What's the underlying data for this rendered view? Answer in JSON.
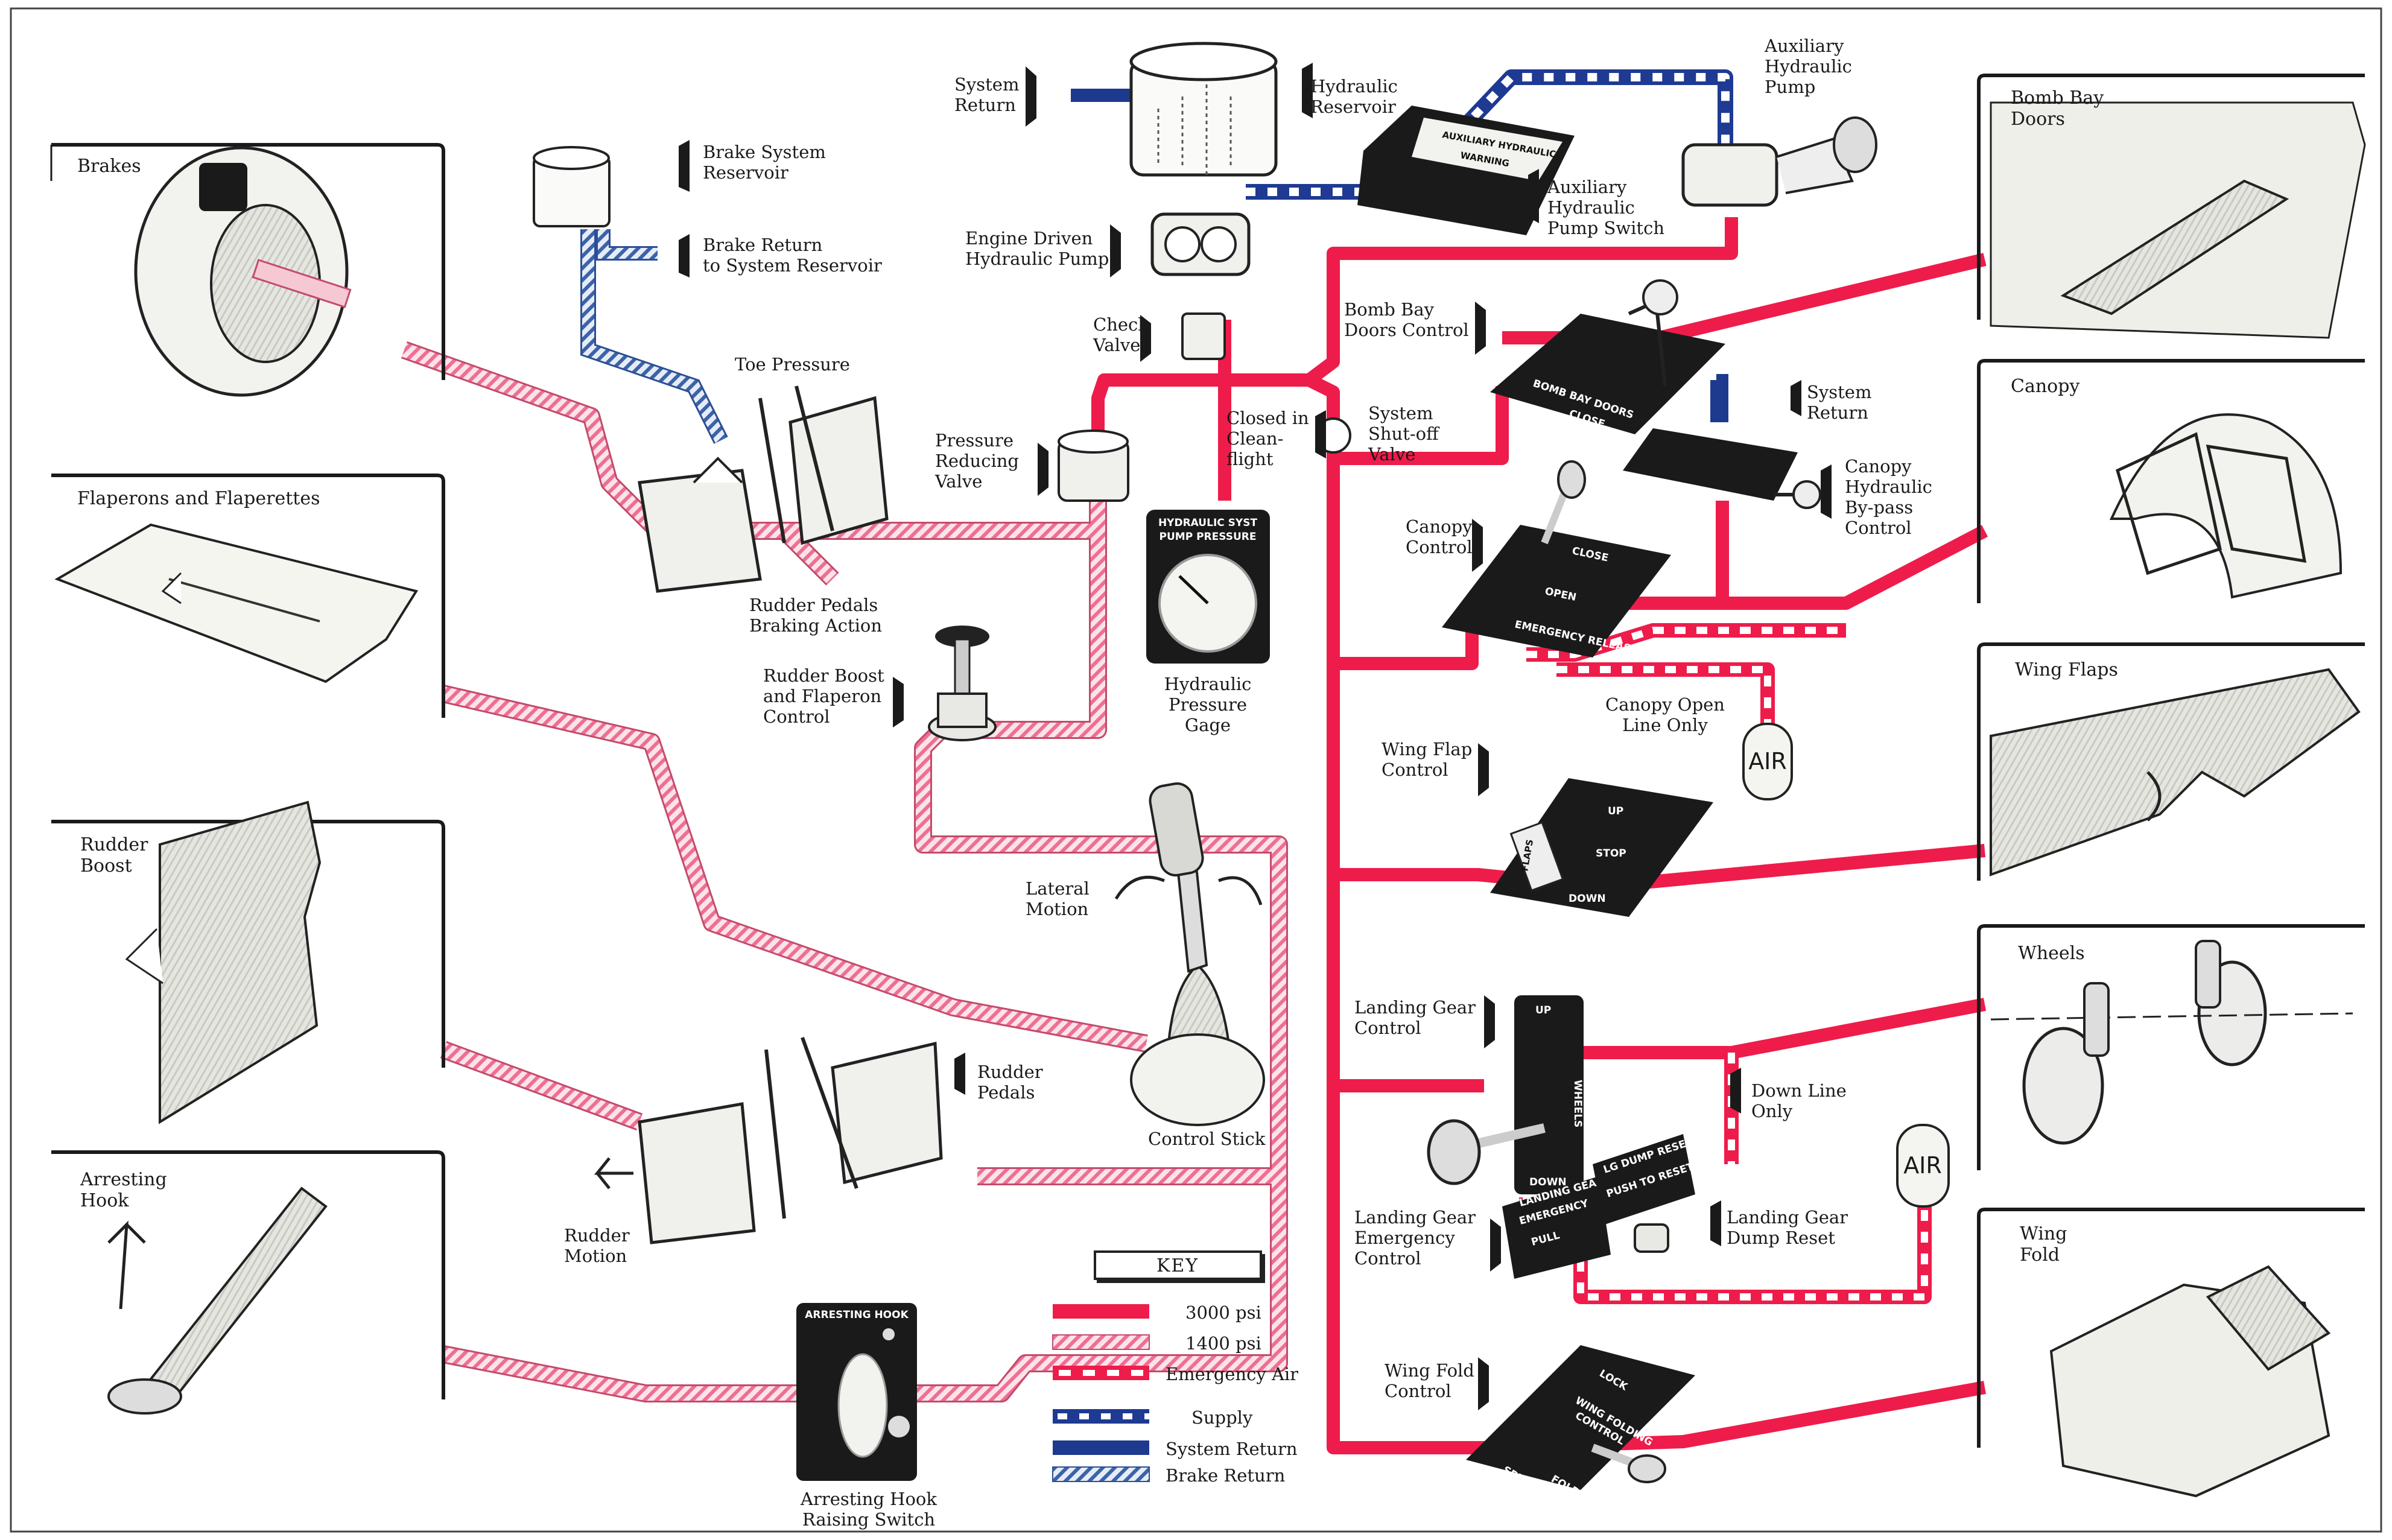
{
  "colors": {
    "line_3000": "#ee1c4a",
    "line_1400": "#f4a9be",
    "supply_blue": "#1f3a93",
    "return_blue": "#1d3a8f",
    "brake_return": "#3c63a8",
    "ink": "#1a1a1a"
  },
  "panels": {
    "brakes": "Brakes",
    "flaperons": "Flaperons and Flaperettes",
    "rudder_boost_1": "Rudder",
    "rudder_boost_2": "Boost",
    "arresting_hook_1": "Arresting",
    "arresting_hook_2": "Hook",
    "bomb_bay_1": "Bomb Bay",
    "bomb_bay_2": "Doors",
    "canopy": "Canopy",
    "wing_flaps": "Wing Flaps",
    "wheels": "Wheels",
    "wing_fold_1": "Wing",
    "wing_fold_2": "Fold"
  },
  "labels": {
    "brake_system_reservoir_1": "Brake System",
    "brake_system_reservoir_2": "Reservoir",
    "brake_return_1": "Brake Return",
    "brake_return_2": "to System Reservoir",
    "toe_pressure": "Toe Pressure",
    "rudder_pedals_braking_1": "Rudder Pedals",
    "rudder_pedals_braking_2": "Braking Action",
    "rudder_boost_ctrl_1": "Rudder Boost",
    "rudder_boost_ctrl_2": "and Flaperon",
    "rudder_boost_ctrl_3": "Control",
    "lateral_motion_1": "Lateral",
    "lateral_motion_2": "Motion",
    "control_stick": "Control Stick",
    "rudder_pedals_1": "Rudder",
    "rudder_pedals_2": "Pedals",
    "rudder_motion_1": "Rudder",
    "rudder_motion_2": "Motion",
    "arresting_hook_switch_1": "Arresting Hook",
    "arresting_hook_switch_2": "Raising Switch",
    "system_return_top_1": "System",
    "system_return_top_2": "Return",
    "hydraulic_reservoir_1": "Hydraulic",
    "hydraulic_reservoir_2": "Reservoir",
    "engine_pump_1": "Engine Driven",
    "engine_pump_2": "Hydraulic Pump",
    "check_valve_1": "Check",
    "check_valve_2": "Valve",
    "pressure_reducing_1": "Pressure",
    "pressure_reducing_2": "Reducing",
    "pressure_reducing_3": "Valve",
    "closed_in_1": "Closed in",
    "closed_in_2": "Clean-",
    "closed_in_3": "flight",
    "shutoff_1": "System",
    "shutoff_2": "Shut-off",
    "shutoff_3": "Valve",
    "gage_1": "Hydraulic",
    "gage_2": "Pressure",
    "gage_3": "Gage",
    "aux_pump_1": "Auxiliary",
    "aux_pump_2": "Hydraulic",
    "aux_pump_3": "Pump",
    "aux_switch_1": "Auxiliary",
    "aux_switch_2": "Hydraulic",
    "aux_switch_3": "Pump Switch",
    "bomb_bay_ctrl_1": "Bomb Bay",
    "bomb_bay_ctrl_2": "Doors Control",
    "system_return_right_1": "System",
    "system_return_right_2": "Return",
    "canopy_bypass_1": "Canopy",
    "canopy_bypass_2": "Hydraulic",
    "canopy_bypass_3": "By-pass",
    "canopy_bypass_4": "Control",
    "canopy_ctrl_1": "Canopy",
    "canopy_ctrl_2": "Control",
    "canopy_open_1": "Canopy Open",
    "canopy_open_2": "Line Only",
    "wing_flap_ctrl_1": "Wing Flap",
    "wing_flap_ctrl_2": "Control",
    "landing_gear_ctrl_1": "Landing Gear",
    "landing_gear_ctrl_2": "Control",
    "down_line_1": "Down Line",
    "down_line_2": "Only",
    "lg_emergency_1": "Landing Gear",
    "lg_emergency_2": "Emergency",
    "lg_emergency_3": "Control",
    "lg_dump_1": "Landing Gear",
    "lg_dump_2": "Dump Reset",
    "wing_fold_ctrl_1": "Wing Fold",
    "wing_fold_ctrl_2": "Control",
    "air": "AIR"
  },
  "placards": {
    "gage_1": "HYDRAULIC SYST",
    "gage_2": "PUMP PRESSURE",
    "arresting_1": "ARRESTING HOOK",
    "warning_1": "AUXILIARY HYDRAULIC",
    "warning_2": "WARNING",
    "bomb_bay_1": "BOMB BAY DOORS",
    "bomb_bay_2": "CLOSE",
    "canopy_1": "CLOSE",
    "canopy_2": "OPEN",
    "canopy_3": "EMERGENCY RELEASE",
    "flaps_1": "FLAPS",
    "flaps_2": "UP",
    "flaps_3": "STOP",
    "flaps_4": "DOWN",
    "wheels_1": "WHEELS",
    "wheels_2": "UP",
    "wheels_3": "DOWN",
    "lg_1": "LANDING GEAR",
    "lg_2": "EMERGENCY",
    "lg_3": "PULL",
    "lg_dump_1": "LG DUMP RESET",
    "lg_dump_2": "PUSH TO RESET",
    "wing_fold_1": "LOCK",
    "wing_fold_2": "WING FOLDING",
    "wing_fold_3": "CONTROL",
    "wing_fold_4": "SPREAD",
    "wing_fold_5": "FOLD"
  },
  "key": {
    "title": "KEY",
    "items": [
      {
        "label": "3000 psi",
        "style": "solid-red"
      },
      {
        "label": "1400 psi",
        "style": "hatched-pink"
      },
      {
        "label": "Emergency Air",
        "style": "red-white-dash"
      },
      {
        "label": "Supply",
        "style": "blue-white-dash"
      },
      {
        "label": "System Return",
        "style": "solid-blue"
      },
      {
        "label": "Brake Return",
        "style": "hatched-blue"
      }
    ]
  }
}
